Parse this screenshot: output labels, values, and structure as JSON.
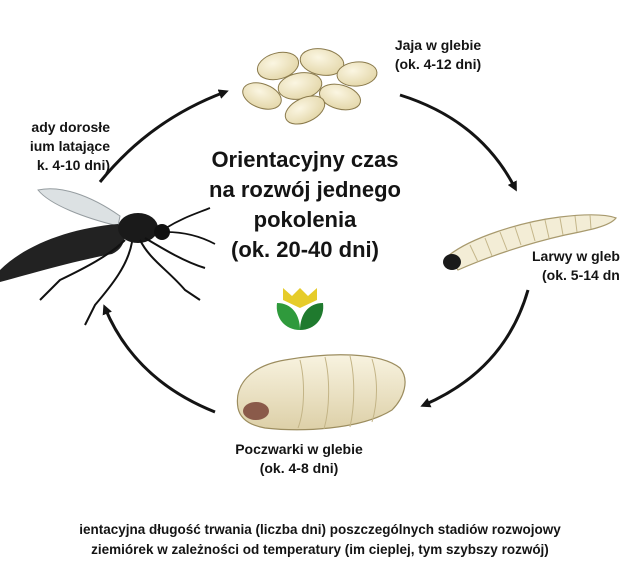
{
  "stages": {
    "eggs": {
      "line1": "Jaja w glebie",
      "line2": "(ok. 4-12 dni)"
    },
    "larvae": {
      "line1": "Larwy w gleb",
      "line2": "(ok. 5-14 dn"
    },
    "pupae": {
      "line1": "Poczwarki w glebie",
      "line2": "(ok. 4-8 dni)"
    },
    "adults": {
      "line1": "ady dorosłe",
      "line2": "ium latające",
      "line3": "k. 4-10 dni)"
    }
  },
  "center": {
    "line1": "Orientacyjny czas",
    "line2": "na rozwój jednego",
    "line3": "pokolenia",
    "line4": "(ok. 20-40 dni)"
  },
  "caption": {
    "line1": "ientacyjna długość trwania (liczba dni) poszczególnych stadiów rozwojowy",
    "line2": "ziemiórek w zależności od temperatury (im cieplej, tym szybszy rozwój)"
  },
  "colors": {
    "text": "#141414",
    "egg": "#f1e8c6",
    "larva": "#f3edd6",
    "logo_green": "#2f9a3c",
    "logo_yellow": "#e6cc2a"
  }
}
